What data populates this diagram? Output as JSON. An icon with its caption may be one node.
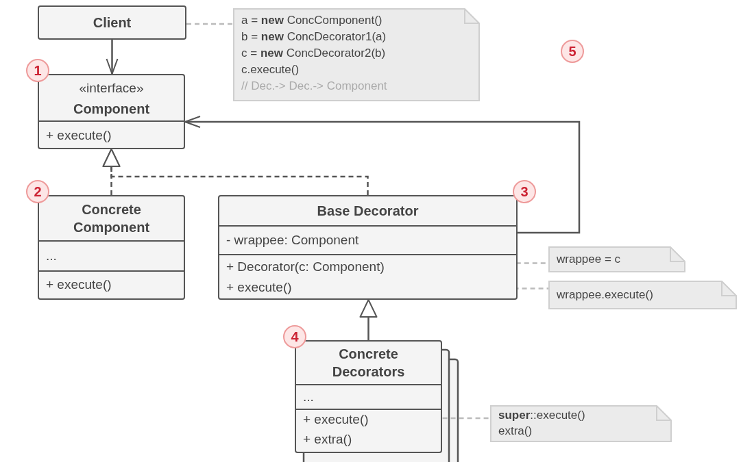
{
  "diagram": {
    "nodes": [
      {
        "text": [
          "Client"
        ]
      },
      {
        "text": [
          "a = **new** ConcComponent()",
          "b = **new** ConcDecorator1(a)",
          "c = **new** ConcDecorator2(b)",
          "c.execute()",
          "// Dec.-> Dec.-> Component"
        ]
      },
      {
        "text": [
          "«interface»",
          "Component",
          "+ execute()"
        ],
        "beside": [
          "1"
        ]
      },
      {
        "text": [
          "Concrete Component",
          "...",
          "+ execute()"
        ],
        "beside": [
          "2"
        ]
      },
      {
        "text": [
          "Base Decorator",
          "- wrappee: Component"
        ],
        "beside": [
          "3"
        ]
      },
      {
        "text": [
          "+ Decorator(c: Component)"
        ],
        "in": 4
      },
      {
        "text": [
          "+ execute()"
        ],
        "in": 4
      },
      {
        "text": [
          "wrappee = c"
        ]
      },
      {
        "text": [
          "wrappee.execute()"
        ]
      },
      {
        "text": [
          "Concrete Decorators",
          "..."
        ],
        "beside": [
          "4"
        ]
      },
      {
        "text": [
          "+ execute()"
        ],
        "in": 9
      },
      {
        "text": [
          "+ extra()"
        ],
        "in": 9
      },
      {
        "text": [
          "**super**::execute()",
          "extra()"
        ]
      }
    ],
    "edges": [
      {
        "from": 0,
        "to": 2,
        "arrow": "to"
      },
      {
        "from": 0,
        "to": 1,
        "arrow": "none",
        "style": "dashed",
        "color": "#bbbbbb"
      },
      {
        "from": 3,
        "to": 2,
        "arrow": "to",
        "style": "dashed"
      },
      {
        "from": 4,
        "to": 2,
        "arrow": "to",
        "style": "dashed"
      },
      {
        "from": 4,
        "to": 2,
        "arrow": "to"
      },
      {
        "from": 5,
        "to": 7,
        "arrow": "other",
        "style": "dashed",
        "color": "#bbbbbb"
      },
      {
        "from": 6,
        "to": 8,
        "arrow": "other",
        "style": "dashed",
        "color": "#bbbbbb"
      },
      {
        "from": 9,
        "to": 4,
        "arrow": "to"
      },
      {
        "from": 10,
        "to": 12,
        "arrow": "other",
        "style": "dashed",
        "color": "#bbbbbb"
      }
    ],
    "labels": [
      "5"
    ]
  }
}
